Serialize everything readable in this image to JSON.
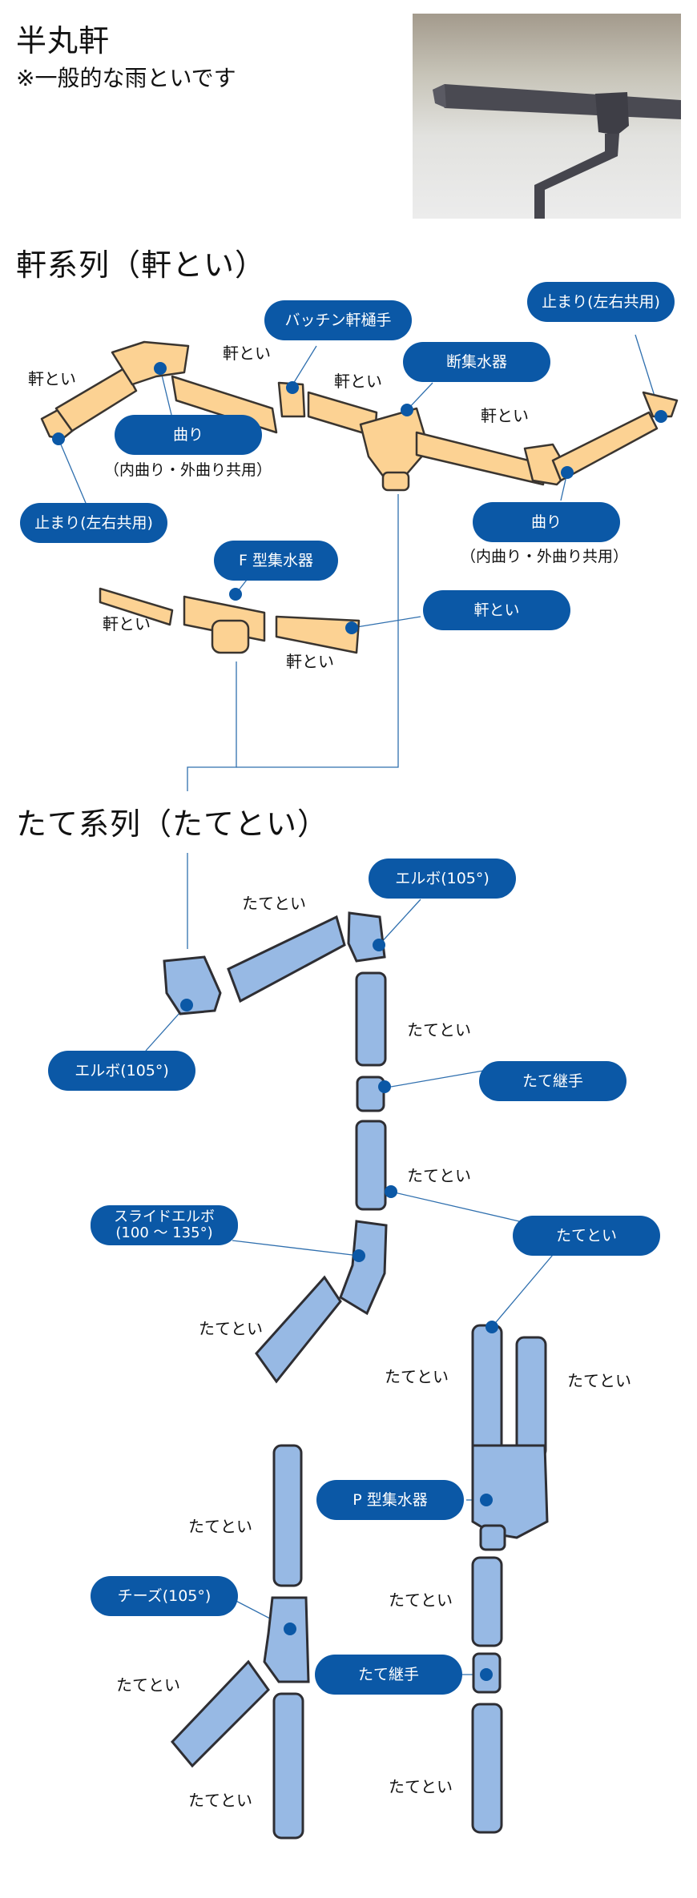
{
  "header": {
    "title": "半丸軒",
    "subtitle": "※一般的な雨といです"
  },
  "photo": {
    "alt": "gutter-product-photo",
    "gutter_color": "#4a4a52"
  },
  "colors": {
    "pill": "#0b58a6",
    "gutter_part": "#fcd293",
    "pipe_part": "#97b9e4",
    "leader": "#2f6fae"
  },
  "eaves_section": {
    "heading": "軒系列（軒とい）",
    "callouts": {
      "stop_left": "止まり(左右共用)",
      "stop_right": "止まり(左右共用)",
      "bend_left": "曲り",
      "bend_left_note": "（内曲り・外曲り共用）",
      "bend_right": "曲り",
      "bend_right_note": "（内曲り・外曲り共用）",
      "patchin_joint": "バッチン軒樋手",
      "outlet": "断集水器",
      "f_outlet": "F 型集水器",
      "gutter": "軒とい"
    },
    "labels": [
      "軒とい",
      "軒とい",
      "軒とい",
      "軒とい",
      "軒とい",
      "軒とい"
    ]
  },
  "downpipe_section": {
    "heading": "たて系列（たてとい）",
    "callouts": {
      "elbow_top": "エルボ(105°)",
      "elbow_left": "エルボ(105°)",
      "joint_top": "たて継手",
      "pipe": "たてとい",
      "slide_elbow": "スライドエルボ\n(100 ～ 135°)",
      "p_outlet": "P 型集水器",
      "tee": "チーズ(105°)",
      "joint_bottom": "たて継手"
    },
    "labels": [
      "たてとい",
      "たてとい",
      "たてとい",
      "たてとい",
      "たてとい",
      "たてとい",
      "たてとい",
      "たてとい",
      "たてとい",
      "たてとい",
      "たてとい"
    ]
  }
}
